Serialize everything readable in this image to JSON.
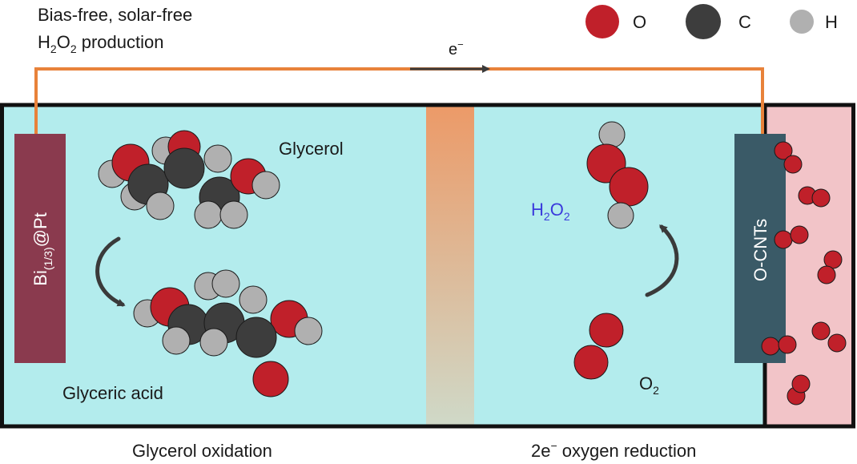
{
  "title": {
    "line1": "Bias-free, solar-free",
    "line2_prefix": "H",
    "line2_sub1": "2",
    "line2_mid": "O",
    "line2_sub2": "2",
    "line2_suffix": " production"
  },
  "legend": [
    {
      "label": "O",
      "color": "#c0202a"
    },
    {
      "label": "C",
      "color": "#3d3d3d"
    },
    {
      "label": "H",
      "color": "#b0b0b0"
    }
  ],
  "electron": {
    "label": "e",
    "sup": "−"
  },
  "anode": {
    "label": "Bi",
    "sub": "(1/3)",
    "suffix": "@Pt",
    "color": "#8a3a4e"
  },
  "cathode": {
    "label": "O-CNTs",
    "color": "#3a5a67"
  },
  "molecules": {
    "glycerol": "Glycerol",
    "glyceric_acid": "Glyceric acid",
    "h2o2": {
      "prefix": "H",
      "sub1": "2",
      "mid": "O",
      "sub2": "2",
      "color": "#3b3bdc"
    },
    "o2": {
      "prefix": "O",
      "sub": "2"
    }
  },
  "bottom_labels": {
    "left": "Glycerol oxidation",
    "right_prefix": "2e",
    "right_sup": "−",
    "right_suffix": " oxygen reduction"
  },
  "colors": {
    "electrolyte": "#b3eced",
    "gas_chamber": "#f2c4c8",
    "wire": "#e8823a",
    "frame": "#111111",
    "membrane_top": "#ec9a68",
    "membrane_bottom": "#cfd9c8",
    "arrow": "#3a3a3a"
  }
}
